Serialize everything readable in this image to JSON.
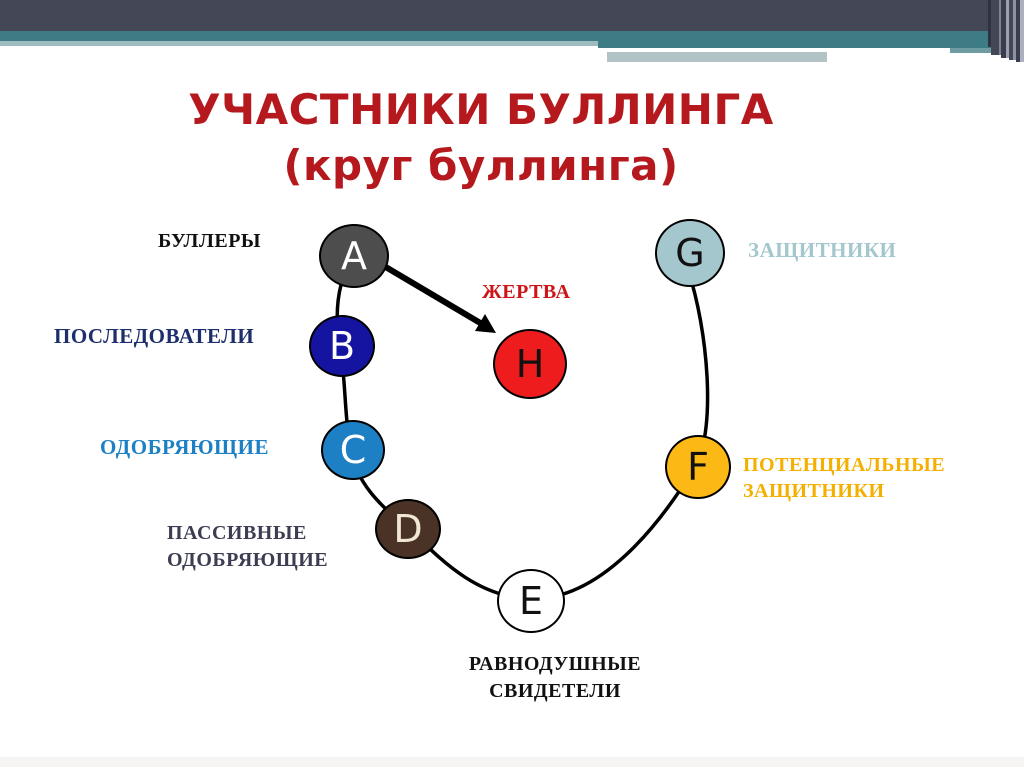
{
  "title": {
    "line1": "УЧАСТНИКИ БУЛЛИНГА",
    "line2": "(круг буллинга)",
    "color": "#b5191d"
  },
  "header": {
    "colors": {
      "dark_bar": "#434756",
      "teal_bar": "#3e7c85",
      "light_teal_bar": "#9dbcc0",
      "pale_bar": "#b2c3c6"
    }
  },
  "diagram": {
    "description_colors": {
      "chain_line": "#000000",
      "arrow": "#000000"
    },
    "nodes": [
      {
        "id": "A",
        "letter": "A",
        "label": "БУЛЛЕРЫ",
        "fill": "#4d4d4d",
        "letter_color": "#ffffff",
        "label_color": "#111111"
      },
      {
        "id": "B",
        "letter": "B",
        "label": "ПОСЛЕДОВАТЕЛИ",
        "fill": "#1414a0",
        "letter_color": "#ffffff",
        "label_color": "#1c2e6b"
      },
      {
        "id": "C",
        "letter": "C",
        "label": "ОДОБРЯЮЩИЕ",
        "fill": "#1d80c4",
        "letter_color": "#ffffff",
        "label_color": "#1d80c4"
      },
      {
        "id": "D",
        "letter": "D",
        "label_line1": "ПАССИВНЫЕ",
        "label_line2": "ОДОБРЯЮЩИЕ",
        "fill": "#4a3226",
        "letter_color": "#efe7d2",
        "label_color": "#3c3c52"
      },
      {
        "id": "E",
        "letter": "E",
        "label_line1": "РАВНОДУШНЫЕ",
        "label_line2": "СВИДЕТЕЛИ",
        "fill": "#ffffff",
        "letter_color": "#111111",
        "label_color": "#111111"
      },
      {
        "id": "F",
        "letter": "F",
        "label_line1": "ПОТЕНЦИАЛЬНЫЕ",
        "label_line2": "ЗАЩИТНИКИ",
        "fill": "#fcb814",
        "letter_color": "#111111",
        "label_color": "#f3b000"
      },
      {
        "id": "G",
        "letter": "G",
        "label": "ЗАЩИТНИКИ",
        "fill": "#a3c7cd",
        "letter_color": "#111111",
        "label_color": "#a3c7cd"
      },
      {
        "id": "H",
        "letter": "H",
        "label": "ЖЕРТВА",
        "fill": "#ee1c1c",
        "letter_color": "#111111",
        "label_color": "#cf1418"
      }
    ]
  }
}
